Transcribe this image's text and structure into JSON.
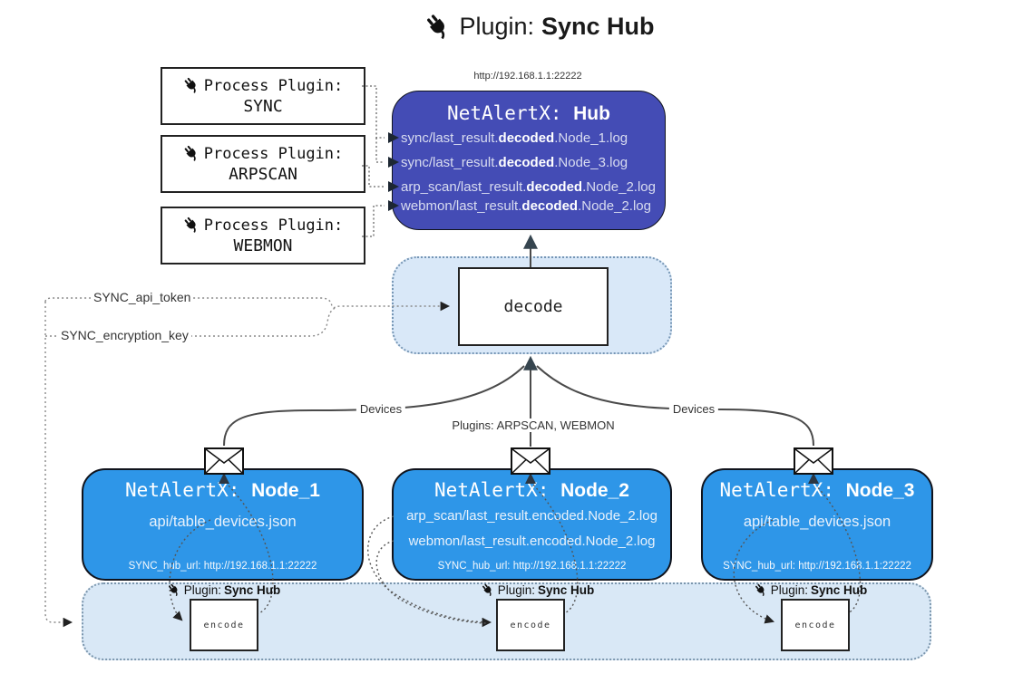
{
  "title": {
    "prefix": "Plugin: ",
    "bold": "Sync Hub"
  },
  "hub": {
    "url": "http://192.168.1.1:22222",
    "title_mono": "NetAlertX: ",
    "title_bold": "Hub",
    "lines": [
      {
        "pre": "sync/last_result.",
        "bold": "decoded",
        "post": ".Node_1.log"
      },
      {
        "pre": "sync/last_result.",
        "bold": "decoded",
        "post": ".Node_3.log"
      },
      {
        "pre": "arp_scan/last_result.",
        "bold": "decoded",
        "post": ".Node_2.log"
      },
      {
        "pre": "webmon/last_result.",
        "bold": "decoded",
        "post": ".Node_2.log"
      }
    ]
  },
  "process_plugins": [
    {
      "label": "Process Plugin:",
      "name": "SYNC"
    },
    {
      "label": "Process Plugin:",
      "name": "ARPSCAN"
    },
    {
      "label": "Process Plugin:",
      "name": "WEBMON"
    }
  ],
  "decode_box": {
    "label": "decode"
  },
  "config": {
    "api_token_label": "SYNC_api_token",
    "encryption_key_label": "SYNC_encryption_key"
  },
  "edge_labels": {
    "devices_left": "Devices",
    "plugins_center": "Plugins: ARPSCAN, WEBMON",
    "devices_right": "Devices"
  },
  "nodes": [
    {
      "title_mono": "NetAlertX: ",
      "title_bold": "Node_1",
      "files": [
        "api/table_devices.json"
      ],
      "hub_url": "SYNC_hub_url: http://192.168.1.1:22222"
    },
    {
      "title_mono": "NetAlertX: ",
      "title_bold": "Node_2",
      "files": [
        "arp_scan/last_result.encoded.Node_2.log",
        "webmon/last_result.encoded.Node_2.log"
      ],
      "hub_url": "SYNC_hub_url: http://192.168.1.1:22222"
    },
    {
      "title_mono": "NetAlertX: ",
      "title_bold": "Node_3",
      "files": [
        "api/table_devices.json"
      ],
      "hub_url": "SYNC_hub_url: http://192.168.1.1:22222"
    }
  ],
  "encoder": {
    "label_prefix": "Plugin: ",
    "label_bold": "Sync Hub",
    "box_label": "encode"
  },
  "colors": {
    "hub_fill": "#444CB5",
    "node_fill": "#2E96E8",
    "container_fill": "#D9E8F8",
    "band_fill": "#D9E8F6",
    "line": "#4a4a4a",
    "arrow_dark": "#36454f"
  }
}
